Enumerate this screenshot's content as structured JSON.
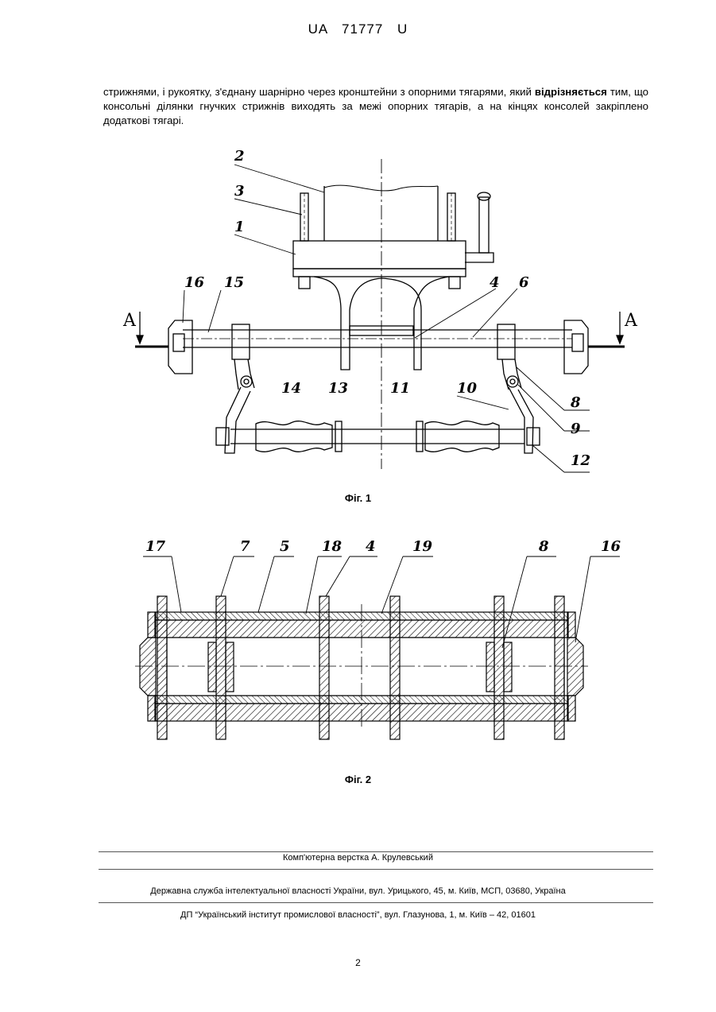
{
  "header": {
    "doc_number": "UA 71777 U"
  },
  "body": {
    "text_before": "стрижнями, і рукоятку, з'єднану шарнірно через кронштейни з опорними тягарями, який",
    "text_bold": "відрізняється",
    "text_after": "тим, що консольні ділянки гнучких стрижнів виходять за межі опорних тягарів, а на кінцях консолей закріплено додаткові тягарі."
  },
  "figure1": {
    "caption": "Фіг. 1",
    "section_label_left": "A",
    "section_label_right": "A",
    "labels": [
      "2",
      "3",
      "1",
      "16",
      "15",
      "4",
      "6",
      "14",
      "13",
      "11",
      "10",
      "8",
      "9",
      "12"
    ]
  },
  "figure2": {
    "caption": "Фіг. 2",
    "labels": [
      "17",
      "7",
      "5",
      "18",
      "4",
      "19",
      "8",
      "16"
    ]
  },
  "footer": {
    "typesetting": "Комп'ютерна верстка А. Крулевський",
    "service": "Державна служба інтелектуальної власності України, вул. Урицького, 45, м. Київ, МСП, 03680, Україна",
    "institute": "ДП “Український інститут промислової власності”, вул. Глазунова, 1, м. Київ – 42, 01601"
  },
  "page_number": "2"
}
